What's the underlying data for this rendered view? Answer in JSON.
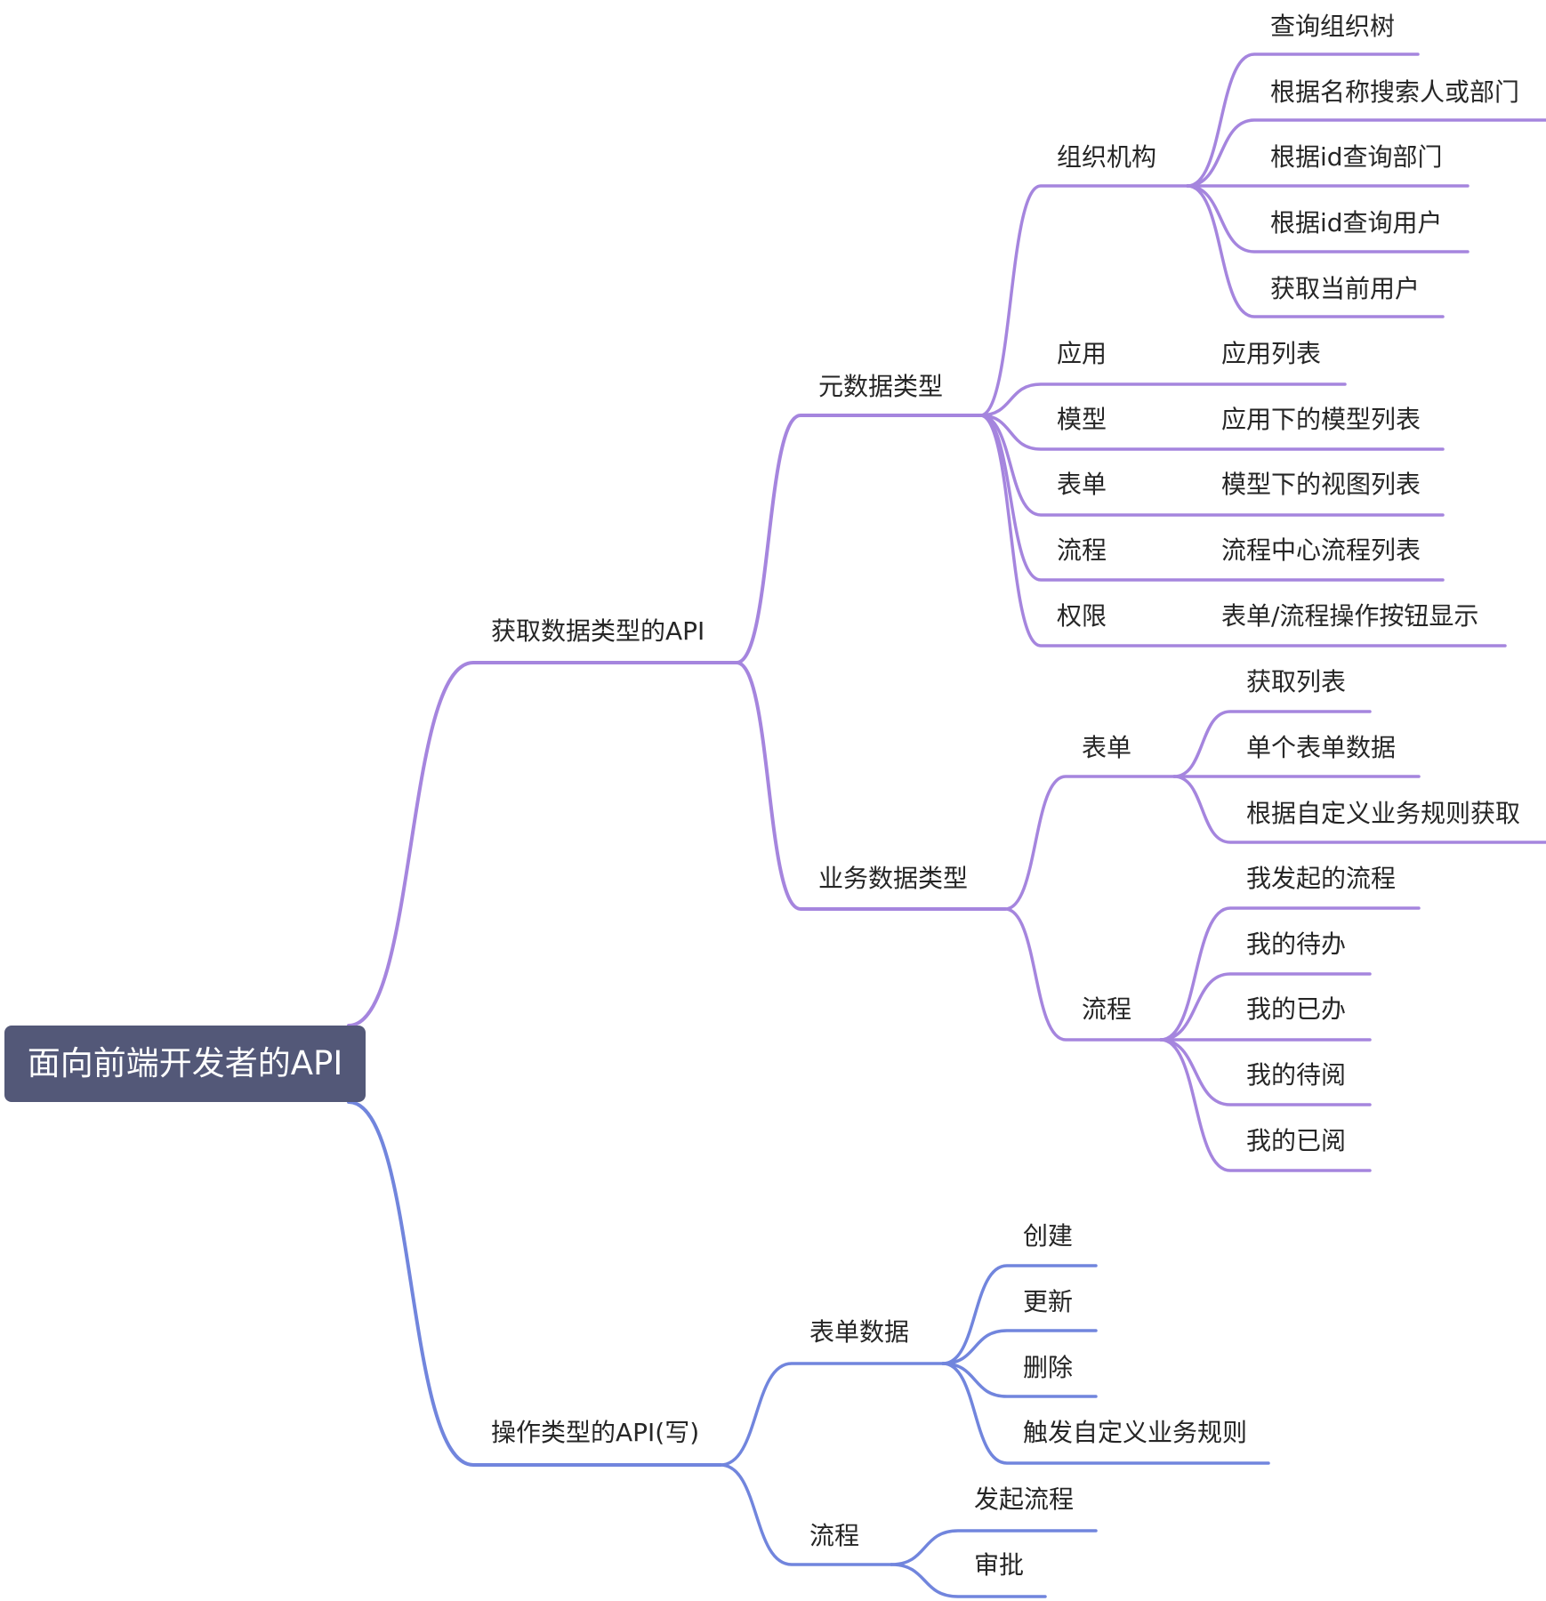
{
  "colors": {
    "upper_branch": "#a585de",
    "lower_branch": "#7185dd",
    "root_fill": "#535878"
  },
  "root": "面向前端开发者的API",
  "read": {
    "label": "获取数据类型的API",
    "meta": {
      "label": "元数据类型",
      "org": {
        "label": "组织机构",
        "children": [
          "查询组织树",
          "根据名称搜索人或部门",
          "根据id查询部门",
          "根据id查询用户",
          "获取当前用户"
        ]
      },
      "rows": [
        {
          "label": "应用",
          "detail": "应用列表"
        },
        {
          "label": "模型",
          "detail": "应用下的模型列表"
        },
        {
          "label": "表单",
          "detail": "模型下的视图列表"
        },
        {
          "label": "流程",
          "detail": "流程中心流程列表"
        },
        {
          "label": "权限",
          "detail": "表单/流程操作按钮显示"
        }
      ]
    },
    "biz": {
      "label": "业务数据类型",
      "form": {
        "label": "表单",
        "children": [
          "获取列表",
          "单个表单数据",
          "根据自定义业务规则获取"
        ]
      },
      "flow": {
        "label": "流程",
        "children": [
          "我发起的流程",
          "我的待办",
          "我的已办",
          "我的待阅",
          "我的已阅"
        ]
      }
    }
  },
  "write": {
    "label": "操作类型的API(写)",
    "formdata": {
      "label": "表单数据",
      "children": [
        "创建",
        "更新",
        "删除",
        "触发自定义业务规则"
      ]
    },
    "flow": {
      "label": "流程",
      "children": [
        "发起流程",
        "审批"
      ]
    }
  }
}
